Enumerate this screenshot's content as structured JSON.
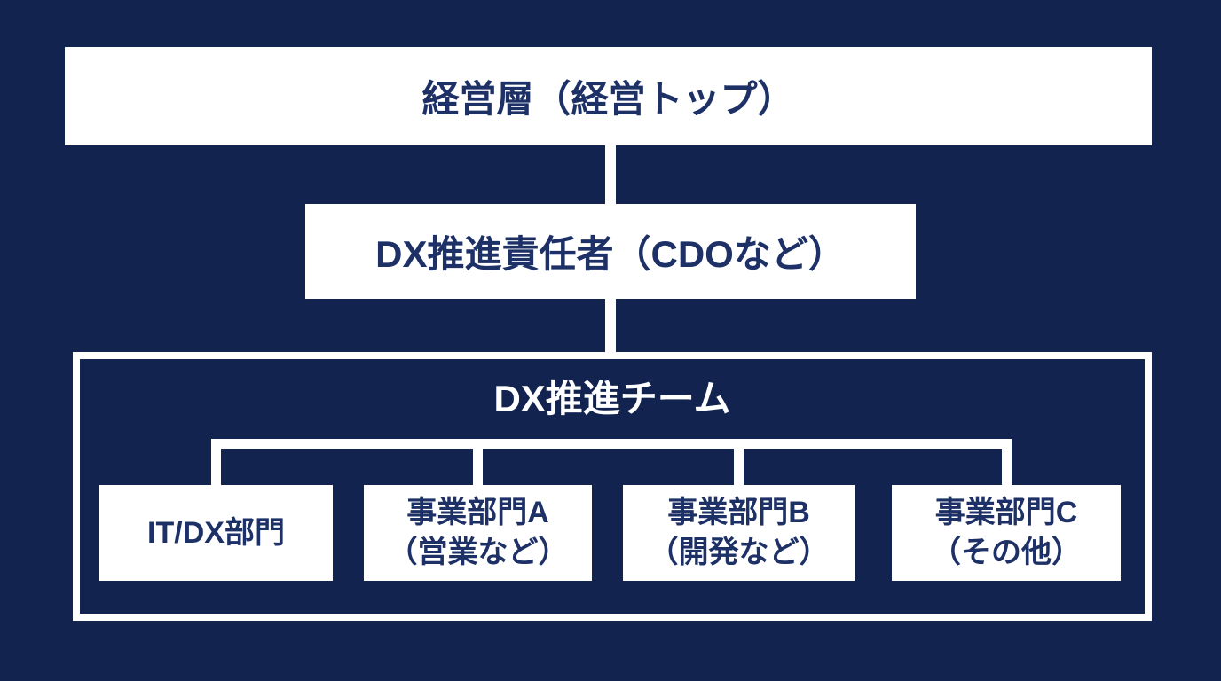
{
  "diagram": {
    "type": "org-chart",
    "exec": {
      "label": "経営層（経営トップ）"
    },
    "cdo": {
      "label": "DX推進責任者（CDOなど）"
    },
    "team": {
      "label": "DX推進チーム",
      "members": [
        {
          "line1": "IT/DX部門"
        },
        {
          "line1": "事業部門A",
          "line2": "（営業など）"
        },
        {
          "line1": "事業部門B",
          "line2": "（開発など）"
        },
        {
          "line1": "事業部門C",
          "line2": "（その他）"
        }
      ]
    }
  },
  "colors": {
    "background": "#122350",
    "box_fill": "#FFFFFF",
    "box_text": "#1E3166",
    "connector": "#FFFFFF"
  }
}
